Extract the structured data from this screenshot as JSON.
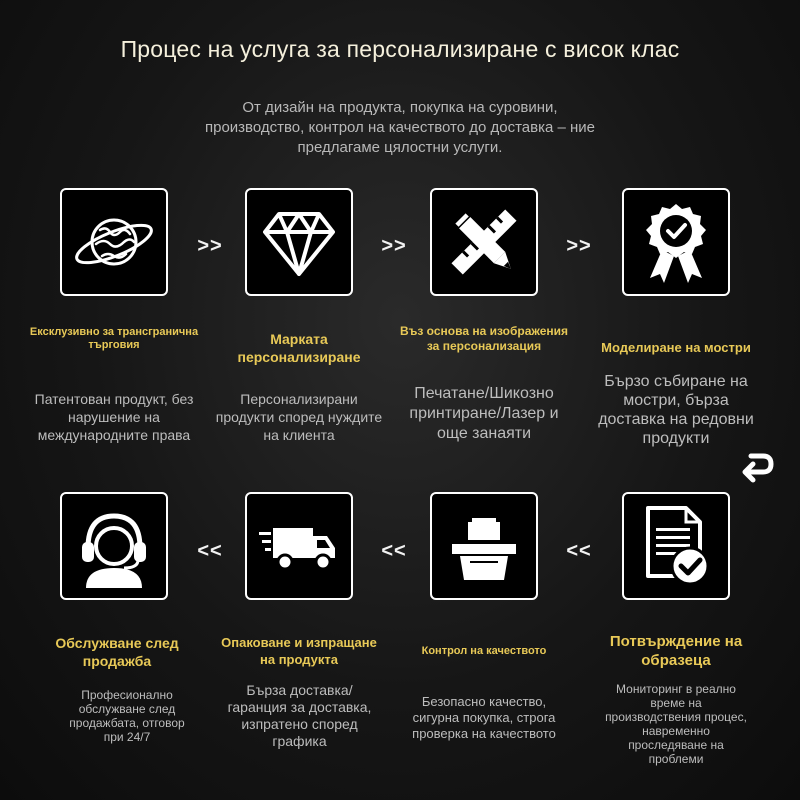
{
  "header": {
    "title": "Процес на услуга за персонализиране с висок клас",
    "subtitle": "От дизайн на продукта, покупка на суровини, производство, контрол на качеството до доставка – ние предлагаме цялостни услуги."
  },
  "arrows": {
    "forward": ">>",
    "back": "<<"
  },
  "steps_top": [
    {
      "icon": "planet-icon",
      "label": "Ексклузивно за трансгранична търговия",
      "desc": "Патентован продукт, без нарушение на международните права"
    },
    {
      "icon": "diamond-icon",
      "label": "Марката персонализиране",
      "desc": "Персонализирани продукти според нуждите на клиента"
    },
    {
      "icon": "ruler-pencil-icon",
      "label": "Въз основа на изображения за персонализация",
      "desc": "Печатане/Шикозно принтиране/Лазер и още занаяти"
    },
    {
      "icon": "award-badge-icon",
      "label": "Моделиране на мостри",
      "desc": "Бързо събиране на мостри, бърза доставка на редовни продукти"
    }
  ],
  "steps_bottom": [
    {
      "icon": "headset-support-icon",
      "label": "Обслужване след продажба",
      "desc": "Професионално обслужване след продажбата, отговор при 24/7"
    },
    {
      "icon": "delivery-truck-icon",
      "label": "Опаковане и изпращане на продукта",
      "desc": "Бърза доставка/гаранция за доставка, изпратено според графика"
    },
    {
      "icon": "printer-icon",
      "label": "Контрол на качеството",
      "desc": "Безопасно качество, сигурна покупка, строга проверка на качеството"
    },
    {
      "icon": "document-check-icon",
      "label": "Потвърждение на образеца",
      "desc": "Мониторинг в реално време на производствения процес, навременно проследяване на проблеми"
    }
  ]
}
